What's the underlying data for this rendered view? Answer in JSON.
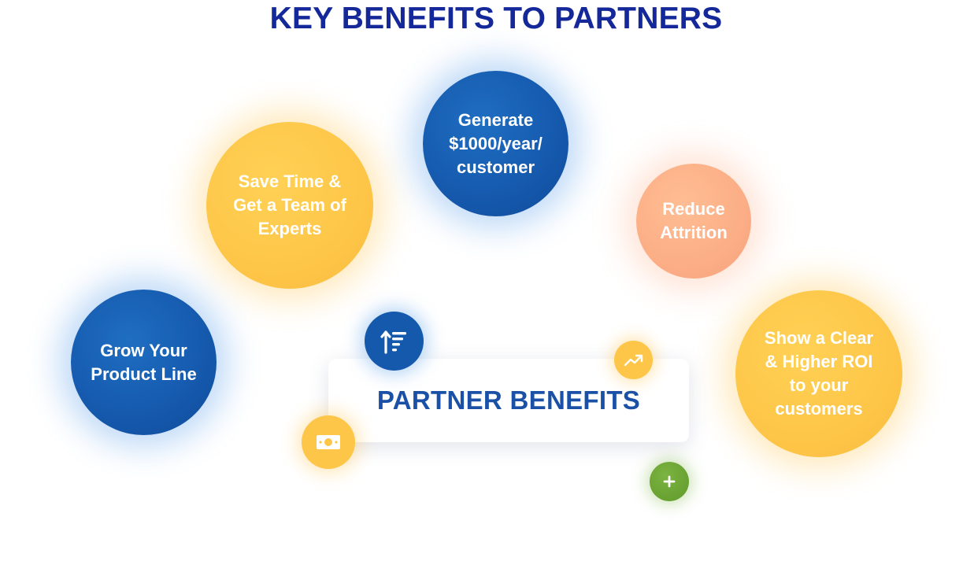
{
  "title": "KEY BENEFITS TO PARTNERS",
  "center": {
    "label": "PARTNER BENEFITS"
  },
  "benefits": [
    {
      "label": "Generate\n$1000/year/\ncustomer",
      "color": "blue"
    },
    {
      "label": "Save Time &\nGet a Team of\nExperts",
      "color": "yellow"
    },
    {
      "label": "Reduce\nAttrition",
      "color": "peach"
    },
    {
      "label": "Grow Your\nProduct Line",
      "color": "blue"
    },
    {
      "label": "Show a Clear\n& Higher ROI\nto your\ncustomers",
      "color": "yellow"
    }
  ],
  "icons": [
    {
      "name": "sort-icon",
      "color": "#1559ad"
    },
    {
      "name": "trending-up-icon",
      "color": "#fec648"
    },
    {
      "name": "money-icon",
      "color": "#fec648"
    },
    {
      "name": "plus-icon",
      "color": "#6aa02c"
    }
  ]
}
